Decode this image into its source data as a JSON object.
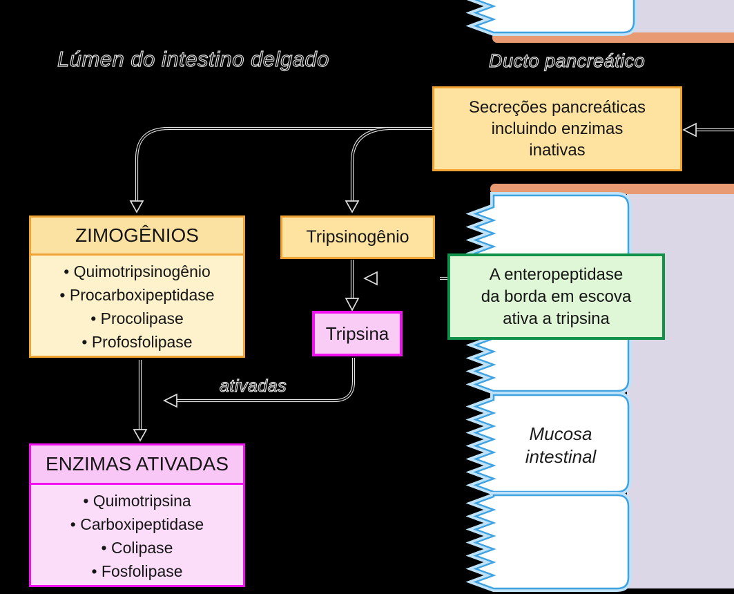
{
  "bullet_char": "•",
  "labels": {
    "lumen_title": "Lúmen do intestino delgado",
    "duct_title": "Ducto pancreático",
    "activation_arrow_label": "ativadas",
    "mucosa_label": "Mucosa\nintestinal"
  },
  "boxes": {
    "secretions": {
      "text": "Secreções pancreáticas\nincluindo enzimas\ninativas"
    },
    "zymogens": {
      "title": "ZIMOGÊNIOS",
      "items": [
        "Quimotripsinogênio",
        "Procarboxipeptidase",
        "Procolipase",
        "Profosfolipase"
      ]
    },
    "trypsinogen": {
      "label": "Tripsinogênio"
    },
    "trypsin": {
      "label": "Tripsina"
    },
    "enteropeptidase": {
      "text": "A enteropeptidase\nda borda em escova\nativa a tripsina"
    },
    "activated_enzymes": {
      "title": "ENZIMAS ATIVADAS",
      "items": [
        "Quimotripsina",
        "Carboxipeptidase",
        "Colipase",
        "Fosfolipase"
      ]
    }
  },
  "colors": {
    "background": "#000000",
    "orange_border": "#F0A232",
    "orange_fill": "#FDE2A0",
    "cream_fill": "#FDF2CC",
    "magenta_border": "#F011EE",
    "pink_fill": "#F9CCF6",
    "pink_light_fill": "#FBDDF9",
    "green_border": "#12914A",
    "green_fill": "#DFF7D6",
    "duct_wall_salmon": "#E89B72",
    "submucosa_lavender": "#DBD7E6",
    "cell_border_blue": "#3FA3E2",
    "cell_glow_blue": "#BFE2F8",
    "arrow_outline": "#E4E4E4"
  }
}
